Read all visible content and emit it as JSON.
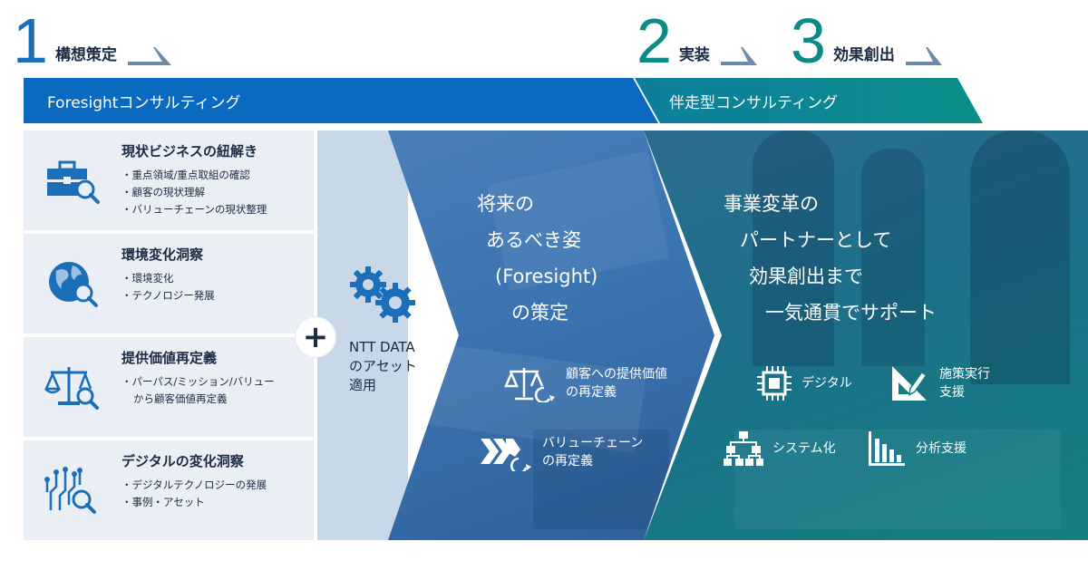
{
  "steps": [
    {
      "number": "1",
      "label": "構想策定"
    },
    {
      "number": "2",
      "label": "実装"
    },
    {
      "number": "3",
      "label": "効果創出"
    }
  ],
  "bars": {
    "foresight": "Foresightコンサルティング",
    "accompany": "伴走型コンサルティング"
  },
  "items": [
    {
      "title": "現状ビジネスの紐解き",
      "icon": "briefcase-search-icon",
      "points": [
        "・重点領域/重点取組の確認",
        "・顧客の現状理解",
        "・バリューチェーンの現状整理"
      ]
    },
    {
      "title": "環境変化洞察",
      "icon": "globe-search-icon",
      "points": [
        "・環境変化",
        "・テクノロジー発展"
      ]
    },
    {
      "title": "提供価値再定義",
      "icon": "balance-search-icon",
      "points": [
        "・パーパス/ミッション/バリュー",
        "から顧客価値再定義"
      ]
    },
    {
      "title": "デジタルの変化洞察",
      "icon": "circuit-search-icon",
      "points": [
        "・デジタルテクノロジーの発展",
        "・事例・アセット"
      ]
    }
  ],
  "assets": {
    "plus": "+",
    "lines": [
      "NTT DATA",
      "のアセット",
      "適用"
    ]
  },
  "middle": {
    "title_lines": [
      "将来の",
      "あるべき姿",
      "(Foresight)",
      "の策定"
    ],
    "subs": [
      {
        "icon": "balance-refresh-icon",
        "lines": [
          "顧客への提供価値",
          "の再定義"
        ]
      },
      {
        "icon": "chevrons-refresh-icon",
        "lines": [
          "バリューチェーン",
          "の再定義"
        ]
      }
    ]
  },
  "right": {
    "title_lines": [
      "事業変革の",
      "パートナーとして",
      "効果創出まで",
      "一気通貫でサポート"
    ],
    "subs": [
      {
        "icon": "chip-icon",
        "lines": [
          "デジタル"
        ]
      },
      {
        "icon": "ruler-pencil-icon",
        "lines": [
          "施策実行",
          "支援"
        ]
      },
      {
        "icon": "org-chart-icon",
        "lines": [
          "システム化"
        ]
      },
      {
        "icon": "bar-chart-icon",
        "lines": [
          "分析支援"
        ]
      }
    ]
  },
  "colors": {
    "blue": "#0a6abf",
    "teal": "#0e8a86",
    "navy": "#1c2b44",
    "panel": "#eaeff6"
  }
}
